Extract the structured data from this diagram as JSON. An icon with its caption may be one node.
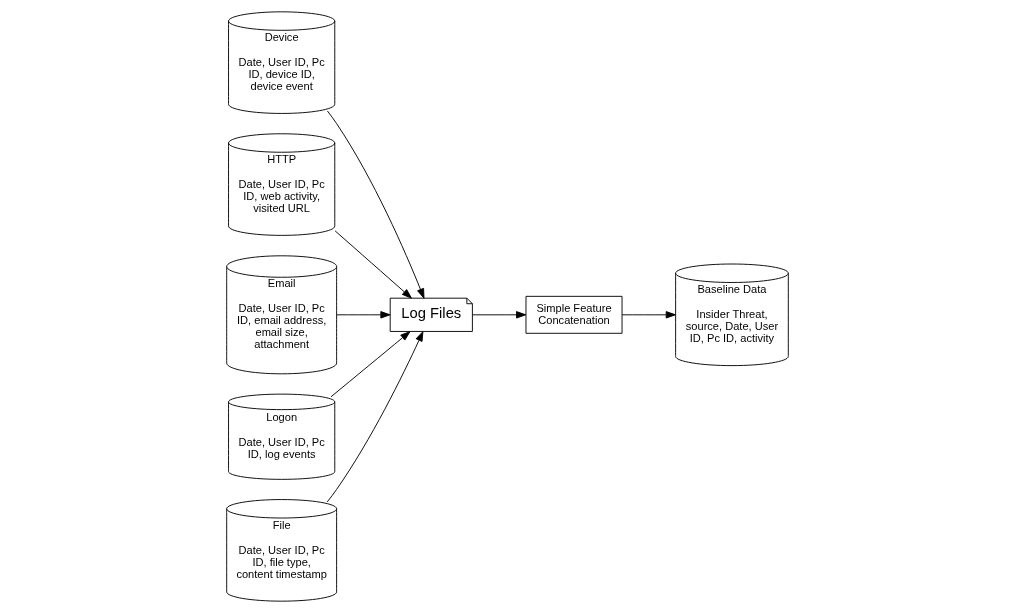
{
  "diagram": {
    "nodes": [
      {
        "text": [
          "Device",
          "Date, User ID, Pc ID, device ID, device event"
        ]
      },
      {
        "text": [
          "HTTP",
          "Date, User ID, Pc ID, web activity, visited URL"
        ]
      },
      {
        "text": [
          "Email",
          "Date, User ID, Pc ID, email address, email size, attachment"
        ]
      },
      {
        "text": [
          "Log Files"
        ]
      },
      {
        "text": [
          "Simple Feature Concatenation"
        ]
      },
      {
        "text": [
          "Baseline Data",
          "Insider Threat, source, Date, User ID, Pc ID, activity"
        ]
      },
      {
        "text": [
          "Logon",
          "Date, User ID, Pc ID, log events"
        ]
      },
      {
        "text": [
          "File",
          "Date, User ID, Pc ID, file type, content timestamp"
        ]
      }
    ],
    "edges": [
      {
        "from": 0,
        "to": 3,
        "arrow": "to"
      },
      {
        "from": 1,
        "to": 3,
        "arrow": "to"
      },
      {
        "from": 2,
        "to": 3,
        "arrow": "to"
      },
      {
        "from": 6,
        "to": 3,
        "arrow": "to"
      },
      {
        "from": 7,
        "to": 3,
        "arrow": "to"
      },
      {
        "from": 3,
        "to": 4,
        "arrow": "to"
      },
      {
        "from": 4,
        "to": 5,
        "arrow": "to"
      }
    ]
  }
}
